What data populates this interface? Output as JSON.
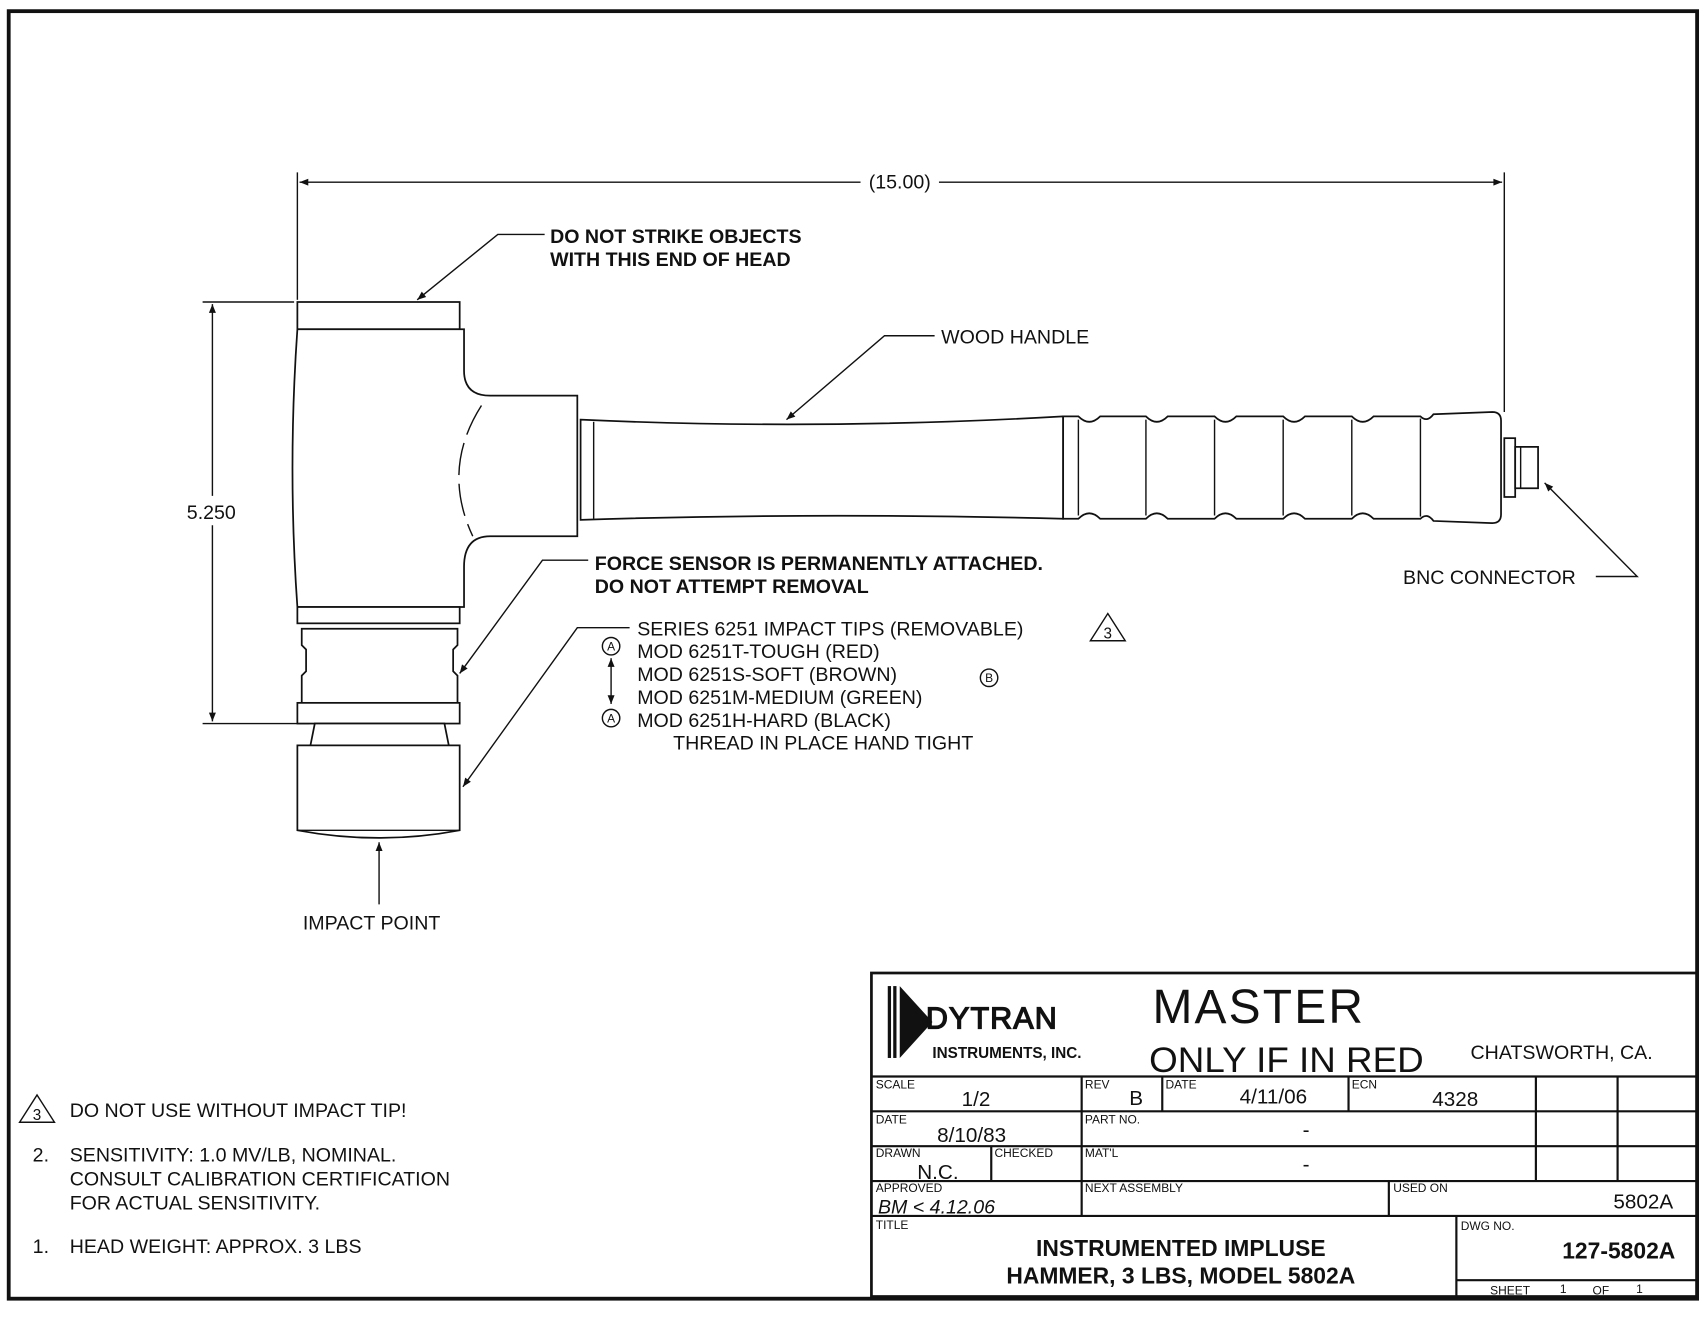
{
  "dimensions": {
    "overall_length": "(15.00)",
    "head_height": "5.250"
  },
  "callouts": {
    "strike_warning": [
      "DO NOT STRIKE OBJECTS",
      "WITH THIS END OF HEAD"
    ],
    "wood_handle": "WOOD HANDLE",
    "bnc_connector": "BNC CONNECTOR",
    "force_sensor": [
      "FORCE SENSOR IS PERMANENTLY ATTACHED.",
      "DO NOT ATTEMPT REMOVAL"
    ],
    "impact_tips": {
      "heading": "SERIES 6251 IMPACT TIPS (REMOVABLE)",
      "items": [
        "MOD 6251T-TOUGH (RED)",
        "MOD 6251S-SOFT (BROWN)",
        "MOD 6251M-MEDIUM (GREEN)",
        "MOD 6251H-HARD (BLACK)"
      ],
      "instruction": "THREAD IN PLACE HAND TIGHT",
      "heading_flag": "3",
      "marker_a": "A",
      "marker_b": "B"
    },
    "impact_point": "IMPACT POINT"
  },
  "notes": [
    {
      "num": "3",
      "lines": [
        "DO NOT USE WITHOUT IMPACT TIP!"
      ]
    },
    {
      "num": "2.",
      "lines": [
        "SENSITIVITY:  1.0 MV/LB, NOMINAL.",
        "CONSULT CALIBRATION CERTIFICATION",
        "FOR ACTUAL SENSITIVITY."
      ]
    },
    {
      "num": "1.",
      "lines": [
        "HEAD WEIGHT:  APPROX. 3 LBS"
      ]
    }
  ],
  "title_block": {
    "company": "DYTRAN",
    "company_sub": "INSTRUMENTS,  INC.",
    "stamp_line1": "MASTER",
    "stamp_line2": "ONLY IF IN RED",
    "location": "CHATSWORTH,  CA.",
    "scale_label": "SCALE",
    "scale": "1/2",
    "rev_label": "REV",
    "rev": "B",
    "rev_date_label": "DATE",
    "rev_date": "4/11/06",
    "ecn_label": "ECN",
    "ecn": "4328",
    "date_label": "DATE",
    "date": "8/10/83",
    "part_no_label": "PART NO.",
    "part_no": "-",
    "drawn_label": "DRAWN",
    "drawn": "N.C.",
    "checked_label": "CHECKED",
    "matl_label": "MAT'L",
    "matl": "-",
    "approved_label": "APPROVED",
    "approved": "BM < 4.12.06",
    "next_assembly_label": "NEXT ASSEMBLY",
    "used_on_label": "USED ON",
    "used_on": "5802A",
    "title_label": "TITLE",
    "title": [
      "INSTRUMENTED IMPLUSE",
      "HAMMER, 3 LBS, MODEL 5802A"
    ],
    "dwg_no_label": "DWG NO.",
    "dwg_no": "127-5802A",
    "sheet_label": "SHEET",
    "sheet": "1",
    "of_label": "OF",
    "sheet_total": "1"
  }
}
